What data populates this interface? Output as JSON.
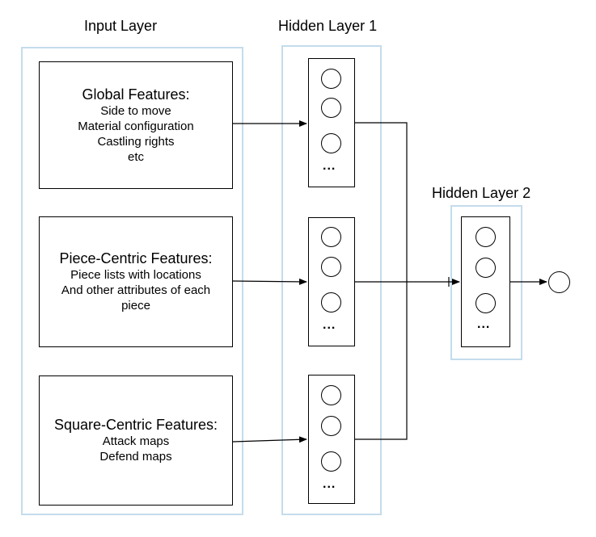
{
  "layers": {
    "input": {
      "title": "Input Layer"
    },
    "hidden1": {
      "title": "Hidden Layer 1"
    },
    "hidden2": {
      "title": "Hidden Layer 2"
    }
  },
  "features": [
    {
      "title": "Global Features:",
      "lines": [
        "Side to move",
        "Material configuration",
        "Castling rights",
        "etc"
      ]
    },
    {
      "title": "Piece-Centric Features:",
      "lines": [
        "Piece lists with locations",
        "And other attributes of each",
        "piece"
      ]
    },
    {
      "title": "Square-Centric Features:",
      "lines": [
        "Attack maps",
        "Defend maps"
      ]
    }
  ],
  "ellipsis": "...",
  "colors": {
    "frame": "#c4dcec",
    "stroke": "#000000"
  }
}
